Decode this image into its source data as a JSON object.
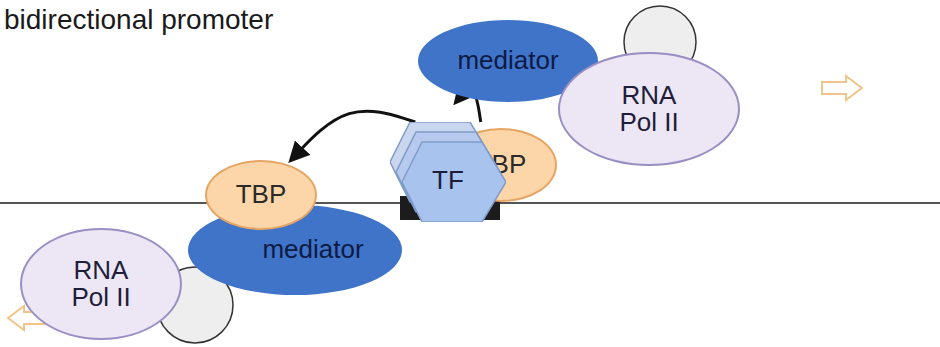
{
  "diagram": {
    "title": "bidirectional promoter",
    "nodes": [
      {
        "text": [
          "RNA Pol II"
        ]
      },
      {
        "text": [
          "TBP"
        ]
      },
      {
        "text": [
          "mediator"
        ]
      },
      {
        "text": [
          "TF"
        ]
      },
      {
        "text": [
          "mediator"
        ]
      },
      {
        "text": [
          "TBP"
        ]
      },
      {
        "text": [
          "RNA Pol II"
        ]
      }
    ],
    "edges": [
      {
        "from": 3,
        "to": 1,
        "arrow": "to"
      },
      {
        "from": 3,
        "to": 4,
        "arrow": "to"
      }
    ]
  }
}
